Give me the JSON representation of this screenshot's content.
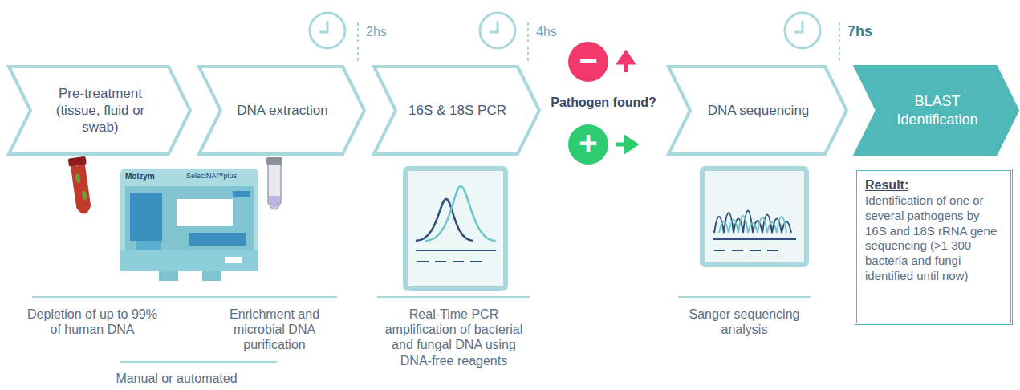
{
  "diagram": {
    "nodes": [
      {
        "text": [
          "Pre-treatment (tissue, fluid or swab)"
        ]
      },
      {
        "text": [
          "DNA extraction"
        ]
      },
      {
        "text": [
          "16S & 18S PCR"
        ]
      },
      {
        "text": [
          "−"
        ]
      },
      {
        "text": [
          "+"
        ]
      },
      {
        "text": [
          "DNA sequencing"
        ]
      },
      {
        "text": [
          "BLAST Identification"
        ]
      },
      {
        "text": [
          "Result:",
          "Identification of one or several pathogens by 16S and 18S rRNA gene sequencing (>1 300 bacteria and fungi identified until now)"
        ]
      }
    ],
    "labels": [
      "2hs",
      "4hs",
      "7hs",
      "Pathogen found?",
      "Molzym",
      "SelectNA™plus",
      "Depletion of up to 99% of human DNA",
      "Enrichment and microbial DNA purification",
      "Manual or automated",
      "Real-Time PCR amplification of bacterial and fungal DNA using DNA-free reagents",
      "Sanger sequencing analysis"
    ]
  }
}
